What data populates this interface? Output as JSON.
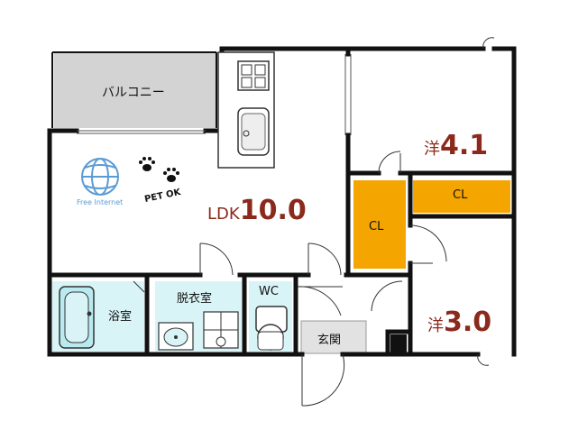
{
  "floorplan": {
    "rooms": {
      "balcony": "バルコニー",
      "ldk_prefix": "LDK",
      "ldk_size": "10.0",
      "western1_prefix": "洋",
      "western1_size": "4.1",
      "western2_prefix": "洋",
      "western2_size": "3.0",
      "closet_vertical": "CL",
      "closet_horizontal": "CL",
      "bathroom": "浴室",
      "dressing_room": "脱衣室",
      "toilet": "WC",
      "entrance": "玄関"
    },
    "badges": {
      "internet": "Free Internet",
      "pet": "PET OK"
    },
    "colors": {
      "wall": "#111111",
      "closet": "#f5a500",
      "wet_area": "#d9f4f6",
      "balcony": "#d3d3d3",
      "size_text": "#8b2a1c",
      "internet_icon": "#5b9bd5"
    },
    "icons": [
      "globe-icon",
      "paw-print-icon",
      "stove-icon",
      "sink-icon",
      "bathtub-icon",
      "washbasin-icon",
      "washer-drain-icon",
      "toilet-icon"
    ]
  }
}
